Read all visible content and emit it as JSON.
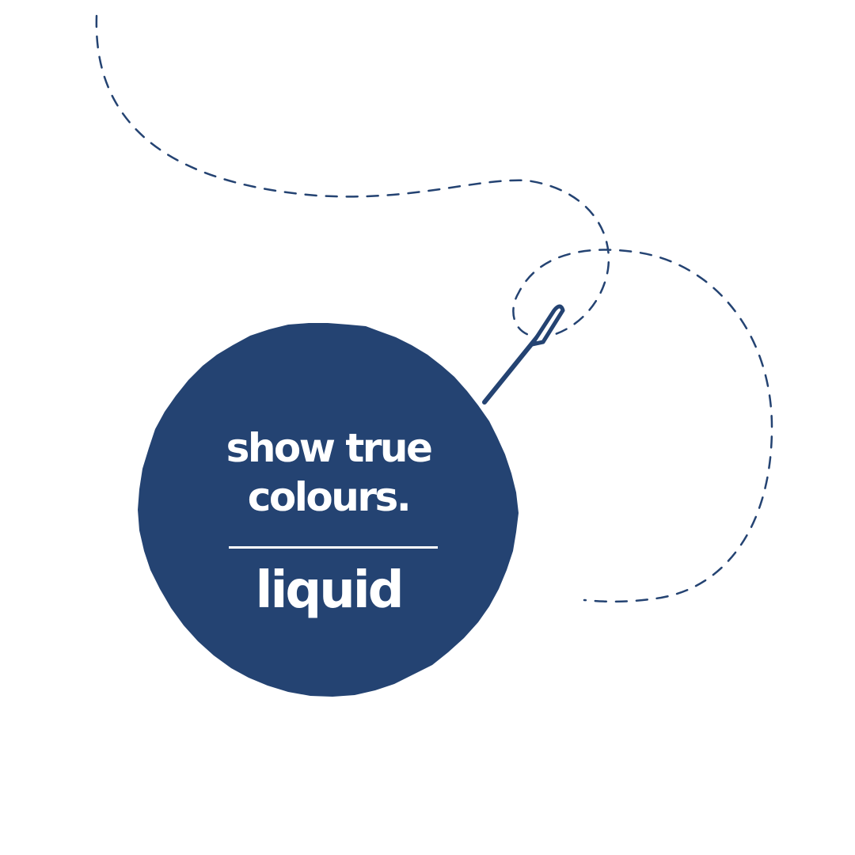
{
  "colors": {
    "background": "#ffffff",
    "navy": "#244372",
    "text": "#ffffff"
  },
  "badge": {
    "headline_line1": "show true",
    "headline_line2": "colours.",
    "brand": "liquid"
  },
  "icons": {
    "needle": "sewing-needle-icon",
    "thread": "dashed-thread-icon"
  }
}
